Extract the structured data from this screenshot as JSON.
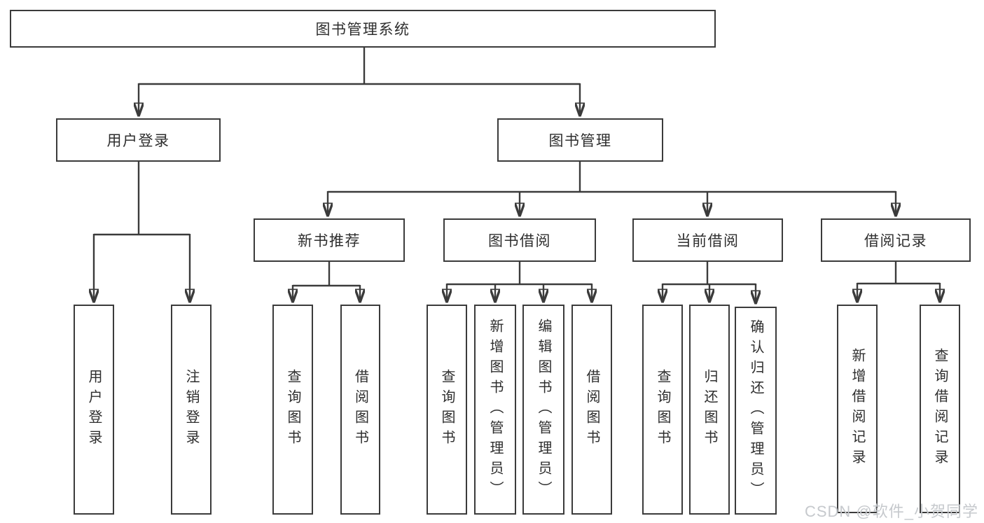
{
  "diagram": {
    "type": "hierarchy-tree",
    "title": "图书管理系统",
    "hierarchy": {
      "图书管理系统": {
        "用户登录": [
          "用户登录",
          "注销登录"
        ],
        "图书管理": {
          "新书推荐": [
            "查询图书",
            "借阅图书"
          ],
          "图书借阅": [
            "查询图书",
            "新增图书（管理员）",
            "编辑图书（管理员）",
            "借阅图书"
          ],
          "当前借阅": [
            "查询图书",
            "归还图书",
            "确认归还（管理员）"
          ],
          "借阅记录": [
            "新增借阅记录",
            "查询借阅记录"
          ]
        }
      }
    }
  },
  "nodes": {
    "root": {
      "label": "图书管理系统"
    },
    "userLogin": {
      "label": "用户登录"
    },
    "bookMgmt": {
      "label": "图书管理"
    },
    "newBooks": {
      "label": "新书推荐"
    },
    "bookBorrow": {
      "label": "图书借阅"
    },
    "currentBorrow": {
      "label": "当前借阅"
    },
    "borrowRecords": {
      "label": "借阅记录"
    },
    "leafUserLogin": {
      "label": "用户登录"
    },
    "leafLogout": {
      "label": "注销登录"
    },
    "leafNbQuery": {
      "label": "查询图书"
    },
    "leafNbBorrow": {
      "label": "借阅图书"
    },
    "leafBbQuery": {
      "label": "查询图书"
    },
    "leafBbAdd": {
      "label": "新增图书（管理员）"
    },
    "leafBbEdit": {
      "label": "编辑图书（管理员）"
    },
    "leafBbBorrow": {
      "label": "借阅图书"
    },
    "leafCbQuery": {
      "label": "查询图书"
    },
    "leafCbReturn": {
      "label": "归还图书"
    },
    "leafCbConfirm": {
      "label": "确认归还（管理员）"
    },
    "leafBrAdd": {
      "label": "新增借阅记录"
    },
    "leafBrQuery": {
      "label": "查询借阅记录"
    }
  },
  "watermark": "CSDN @软件_小贺同学",
  "colors": {
    "line": "#3b3b3b",
    "box_border": "#3b3b3b",
    "box_fill": "#ffffff",
    "text": "#2e2e2e",
    "watermark": "#c6c9cd",
    "background": "#ffffff"
  }
}
